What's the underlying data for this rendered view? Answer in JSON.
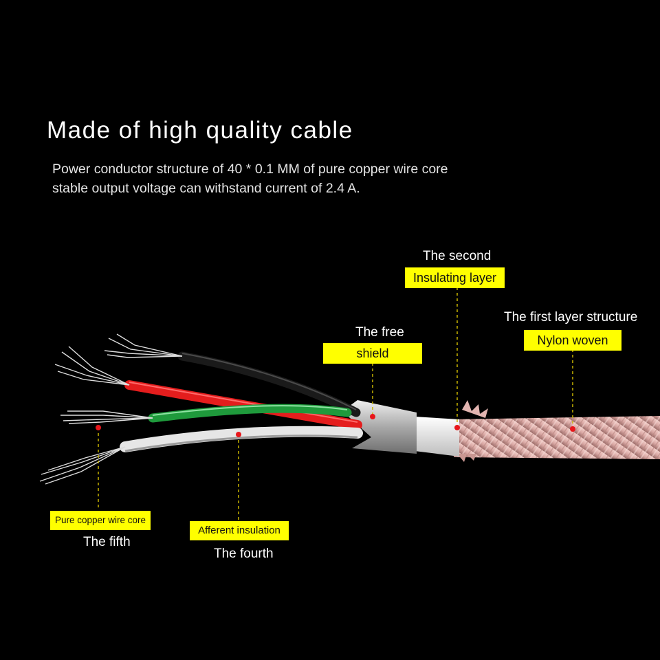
{
  "headline": "Made of high quality cable",
  "subtext": {
    "line1": "Power conductor structure of 40 * 0.1 MM of pure copper wire core",
    "line2": "stable output voltage can withstand current of 2.4 A."
  },
  "callouts": {
    "second": {
      "caption": "The second",
      "tag": "Insulating layer"
    },
    "first": {
      "caption": "The first layer structure",
      "tag": "Nylon woven"
    },
    "free": {
      "caption": "The free",
      "tag": "shield"
    },
    "fifth": {
      "caption": "The fifth",
      "tag": "Pure copper wire core"
    },
    "fourth": {
      "caption": "The fourth",
      "tag": "Afferent insulation"
    }
  },
  "colors": {
    "background": "#000000",
    "label_fill": "#ffff00",
    "braid": "#d9a8a4",
    "wire_red": "#e41d1d",
    "wire_green": "#1f9a3c",
    "wire_black": "#1a1a1a",
    "wire_white": "#e6e6e6",
    "shield_foil": "#c8c8c8",
    "marker": "#e8161b"
  }
}
